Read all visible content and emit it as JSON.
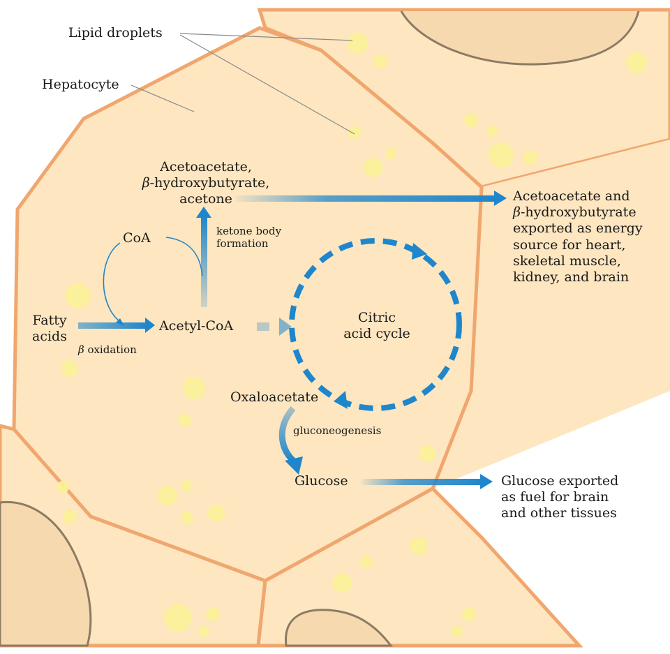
{
  "colors": {
    "cell_fill": "#fde6c0",
    "cell_border": "#f0a66e",
    "nucleus_border": "#8c7b63",
    "lipid_droplet": "#fbf19a",
    "arrow_blue": "#1f86cc",
    "background": "#ffffff"
  },
  "labels": {
    "lipid_droplets": "Lipid droplets",
    "hepatocyte": "Hepatocyte",
    "ketone_products": {
      "line1": "Acetoacetate,",
      "line2_beta": "β",
      "line2_rest": "-hydroxybutyrate,",
      "line3": "acetone"
    },
    "ketone_export": {
      "line1": "Acetoacetate and",
      "line2_beta": "β",
      "line2_rest": "-hydroxybutyrate",
      "line3": "exported as energy",
      "line4": "source for heart,",
      "line5": "skeletal muscle,",
      "line6": "kidney, and brain"
    },
    "ketone_body_formation": {
      "line1": "ketone body",
      "line2": "formation"
    },
    "coa": "CoA",
    "fatty_acids": {
      "line1": "Fatty",
      "line2": "acids"
    },
    "beta_oxidation": {
      "beta": "β",
      "rest": " oxidation"
    },
    "acetyl_coa": "Acetyl-CoA",
    "citric_acid_cycle": {
      "line1": "Citric",
      "line2": "acid cycle"
    },
    "oxaloacetate": "Oxaloacetate",
    "gluconeogenesis": "gluconeogenesis",
    "glucose": "Glucose",
    "glucose_export": {
      "line1": "Glucose exported",
      "line2": "as fuel for brain",
      "line3": "and other tissues"
    }
  }
}
